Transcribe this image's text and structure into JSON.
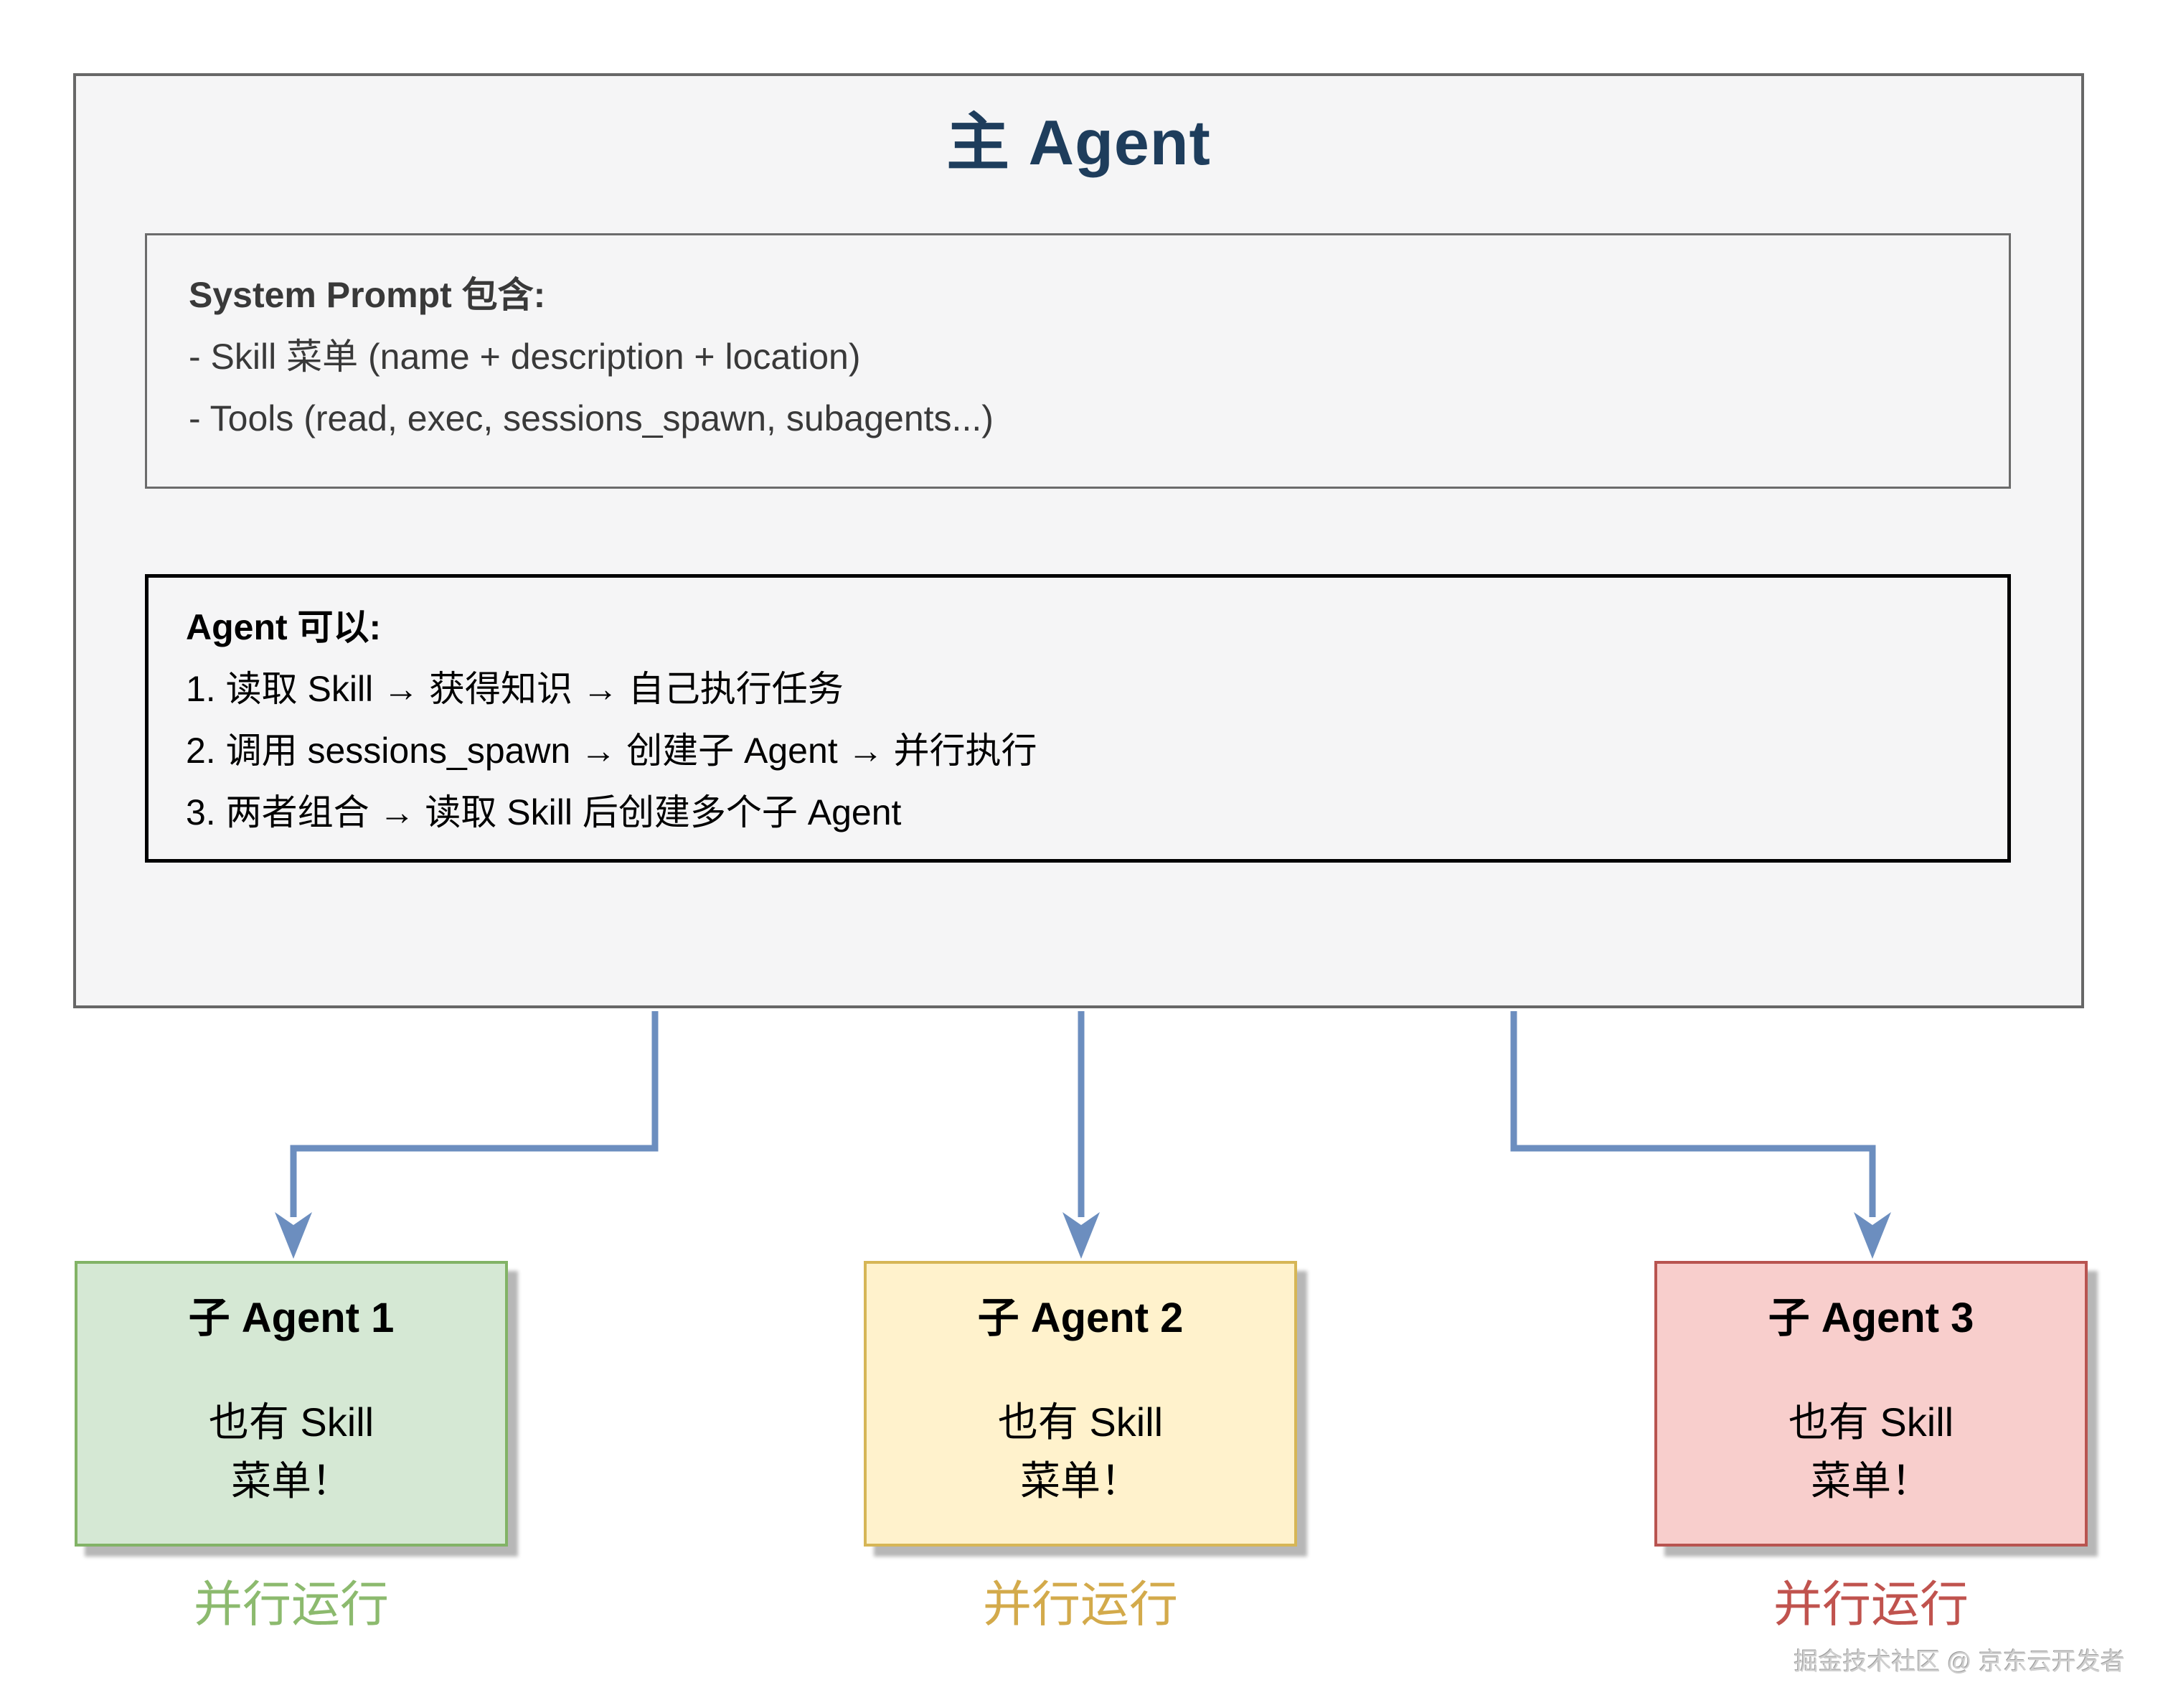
{
  "colors": {
    "main_title": "#1e3d5c",
    "connector": "#6c8ebf"
  },
  "main_agent": {
    "title": "主 Agent",
    "system_prompt_box": {
      "heading": "System Prompt 包含:",
      "lines": [
        "- Skill 菜单 (name + description + location)",
        "- Tools (read, exec, sessions_spawn, subagents...)"
      ]
    },
    "capabilities_box": {
      "heading": "Agent 可以:",
      "lines": [
        "1. 读取 Skill → 获得知识 → 自己执行任务",
        "2. 调用 sessions_spawn → 创建子 Agent → 并行执行",
        "3. 两者组合 → 读取 Skill 后创建多个子 Agent"
      ]
    }
  },
  "sub_agents": [
    {
      "title": "子 Agent 1",
      "body_lines": [
        "也有 Skill",
        "菜单！"
      ],
      "label": "并行运行",
      "fill": "#d5e8d4",
      "border": "#82b366",
      "label_color": "#8cba6e"
    },
    {
      "title": "子 Agent 2",
      "body_lines": [
        "也有 Skill",
        "菜单！"
      ],
      "label": "并行运行",
      "fill": "#fff2cc",
      "border": "#d6b656",
      "label_color": "#d3aa4b"
    },
    {
      "title": "子 Agent 3",
      "body_lines": [
        "也有 Skill",
        "菜单！"
      ],
      "label": "并行运行",
      "fill": "#f8cecc",
      "border": "#b85450",
      "label_color": "#c0534e"
    }
  ],
  "watermark": "掘金技术社区 @ 京东云开发者"
}
